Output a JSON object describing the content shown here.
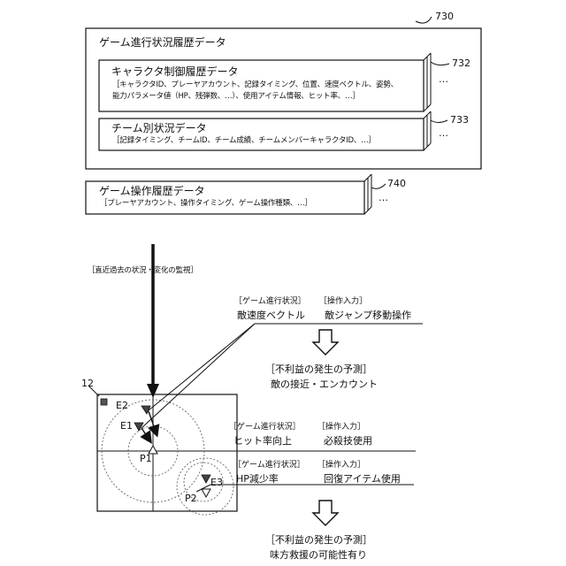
{
  "refs": {
    "history_outer": "730",
    "character_history": "732",
    "team_status": "733",
    "operation_history": "740",
    "minimap": "12"
  },
  "game_progress_history": {
    "title": "ゲーム進行状況履歴データ",
    "character_control": {
      "title": "キャラクタ制御履歴データ",
      "fields_line1": "［キャラクタID、プレーヤアカウント、記録タイミング、位置、速度ベクトル、姿勢、",
      "fields_line2": "能力パラメータ値（HP、残弾数、…）、使用アイテム情報、ヒット率、…］"
    },
    "team_status": {
      "title": "チーム別状況データ",
      "fields": "［記録タイミング、チームID、チーム成績、チームメンバーキャラクタID、…］"
    }
  },
  "operation_history": {
    "title": "ゲーム操作履歴データ",
    "fields": "［プレーヤアカウント、操作タイミング、ゲーム操作種類、…］"
  },
  "ellipsis": "…",
  "monitor_label": "［直近過去の状況・変化の監視］",
  "scenarios": [
    {
      "progress_tag": "［ゲーム進行状況］",
      "progress": "敵速度ベクトル",
      "input_tag": "［操作入力］",
      "input": "敵ジャンプ移動操作"
    },
    {
      "progress_tag": "［ゲーム進行状況］",
      "progress": "ヒット率向上",
      "input_tag": "［操作入力］",
      "input": "必殺技使用"
    },
    {
      "progress_tag": "［ゲーム進行状況］",
      "progress": "HP減少率",
      "input_tag": "［操作入力］",
      "input": "回復アイテム使用"
    }
  ],
  "predictions": [
    {
      "title": "［不利益の発生の予測］",
      "body": "敵の接近・エンカウント"
    },
    {
      "title": "［不利益の発生の予測］",
      "body": "味方救援の可能性有り"
    }
  ],
  "map_markers": {
    "e2": "E2",
    "e1": "E1",
    "p1": "P1",
    "e3": "E3",
    "p2": "P2"
  }
}
